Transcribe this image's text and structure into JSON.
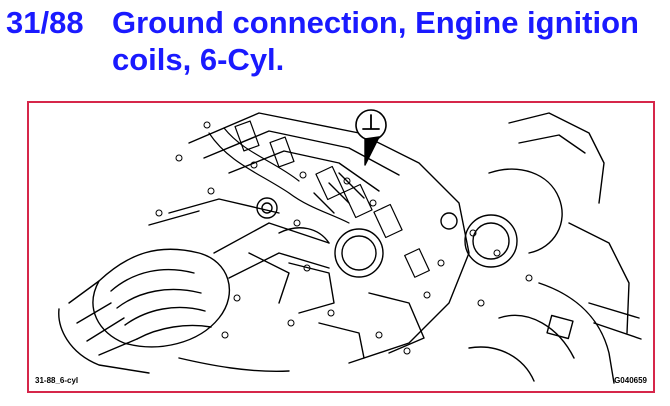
{
  "header": {
    "ref_number": "31/88",
    "title_line1": "Ground connection, Engine ignition",
    "title_line2": "coils, 6-Cyl."
  },
  "figure": {
    "label_left": "31-88_6-cyl",
    "label_right": "G040659",
    "ground_symbol": "ground-icon"
  },
  "colors": {
    "title": "#1a1aff",
    "frame_border": "#d6264a"
  }
}
